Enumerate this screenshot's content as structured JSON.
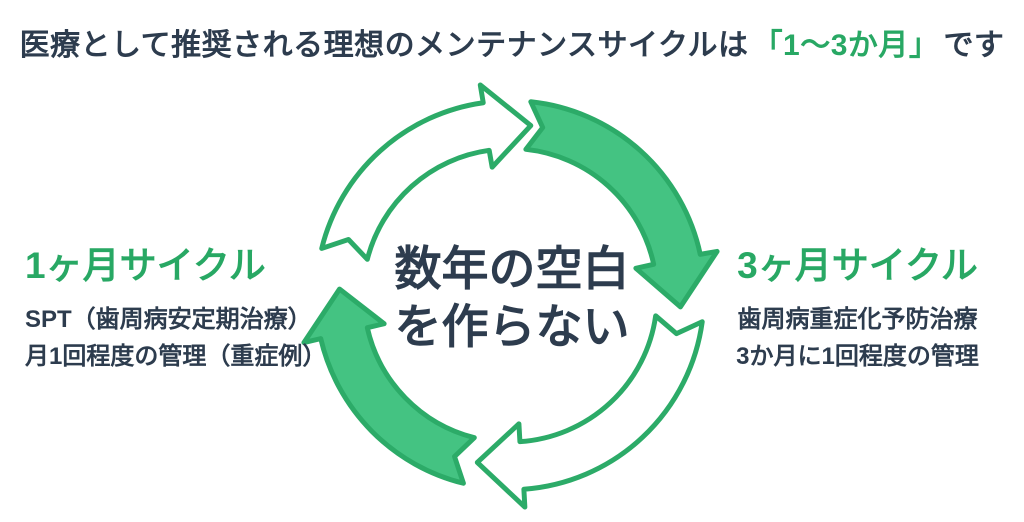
{
  "title": {
    "pre": "医療として推奨される理想のメンテナンスサイクルは",
    "highlight": "「1〜3か月」",
    "post": "です"
  },
  "cycle": {
    "center_text": {
      "line1": "数年の空白",
      "line2": "を作らない"
    },
    "direction": "clockwise",
    "arrows": [
      {
        "position": "top-left",
        "style": "outline"
      },
      {
        "position": "top-right",
        "style": "solid"
      },
      {
        "position": "bottom-right",
        "style": "outline"
      },
      {
        "position": "bottom-left",
        "style": "solid"
      }
    ]
  },
  "left_cycle": {
    "heading": "1ヶ月サイクル",
    "line1": "SPT（歯周病安定期治療）",
    "line2": "月1回程度の管理（重症例）"
  },
  "right_cycle": {
    "heading": "3ヶ月サイクル",
    "line1": "歯周病重症化予防治療",
    "line2": "3か月に1回程度の管理"
  },
  "colors": {
    "green_fill": "#44c382",
    "green_stroke": "#2cab68",
    "green_text": "#28a864",
    "navy_text": "#2d3c4e",
    "arrow_white": "#ffffff",
    "background": "#ffffff"
  }
}
